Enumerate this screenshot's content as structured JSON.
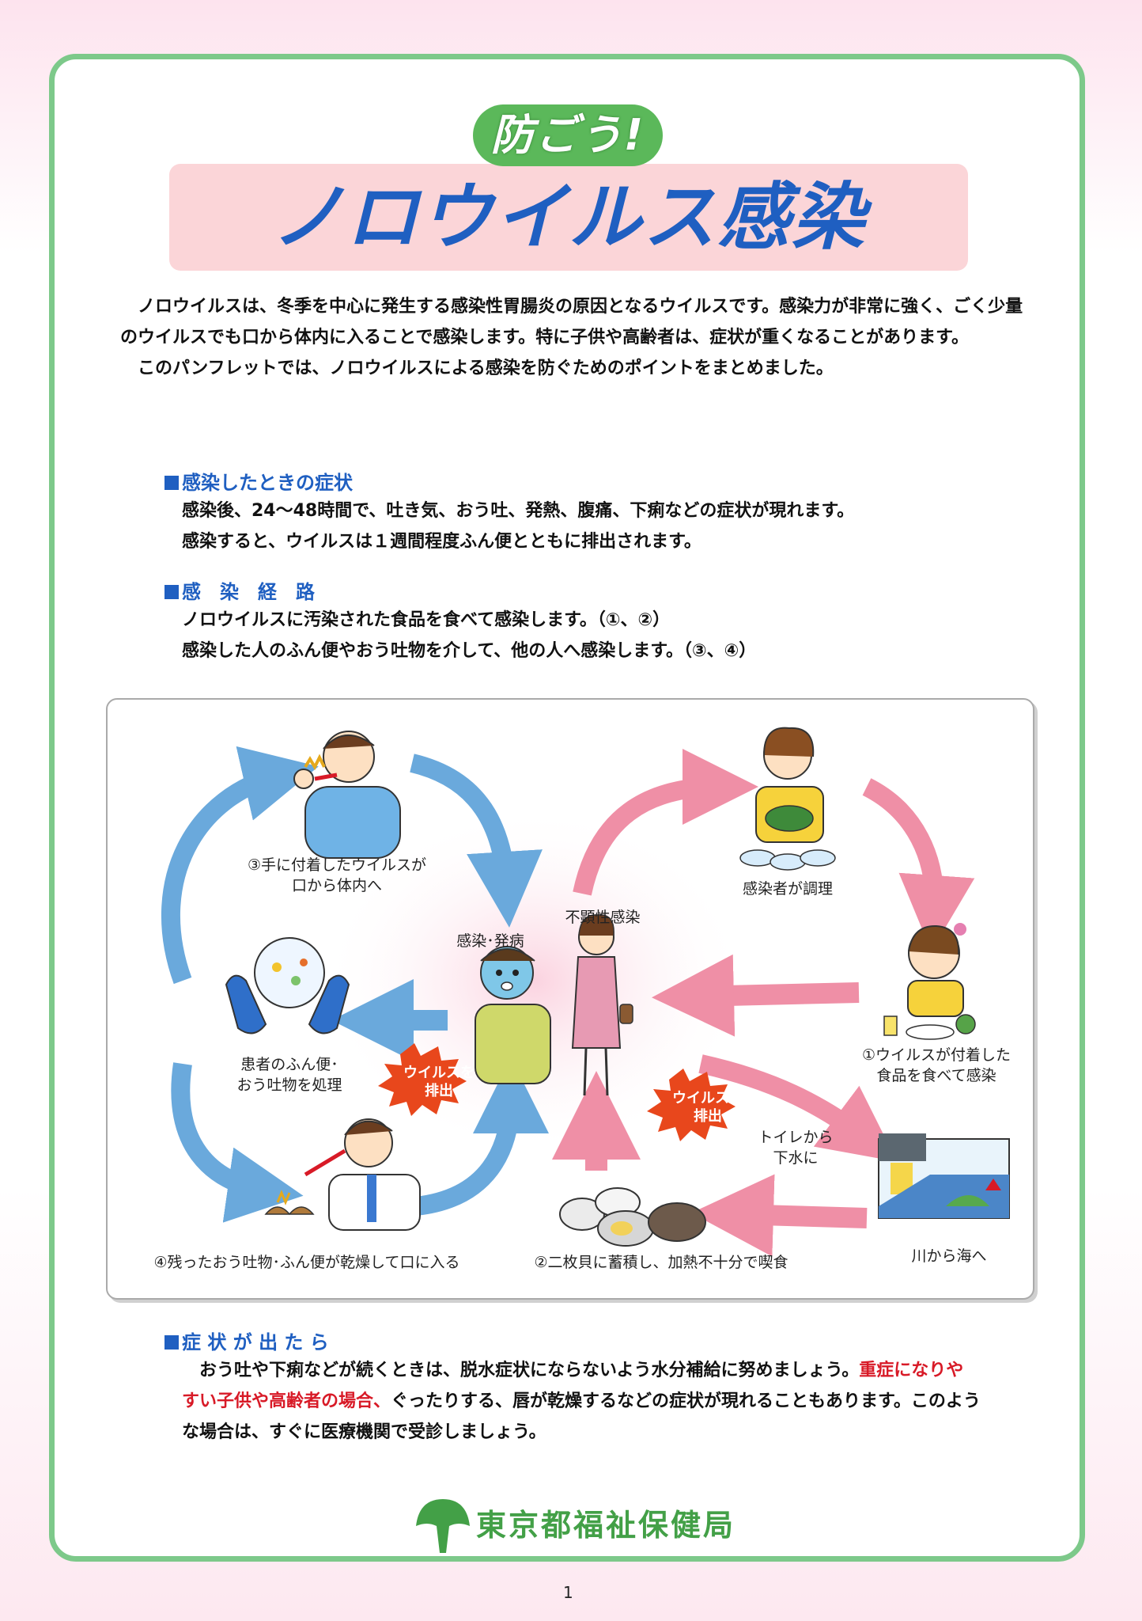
{
  "header": {
    "badge": "防ごう!",
    "title": "ノロウイルス感染"
  },
  "intro": {
    "p1": "ノロウイルスは、冬季を中心に発生する感染性胃腸炎の原因となるウイルスです。感染力が非常に強く、ごく少量のウイルスでも口から体内に入ることで感染します。特に子供や高齢者は、症状が重くなることがあります。",
    "p2": "このパンフレットでは、ノロウイルスによる感染を防ぐためのポイントをまとめました。"
  },
  "symptoms": {
    "heading": "感染したときの症状",
    "line1": "感染後、24～48時間で、吐き気、おう吐、発熱、腹痛、下痢などの症状が現れます。",
    "line2": "感染すると、ウイルスは１週間程度ふん便とともに排出されます。"
  },
  "route": {
    "heading": "感　染　経　路",
    "line1": "ノロウイルスに汚染された食品を食べて感染します。（①、②）",
    "line2": "感染した人のふん便やおう吐物を介して、他の人へ感染します。（③、④）"
  },
  "diagram": {
    "center_left": "感染･発病",
    "center_right": "不顕性感染",
    "step3_line1": "③手に付着したウイルスが",
    "step3_line2": "口から体内へ",
    "handling_line1": "患者のふん便･",
    "handling_line2": "おう吐物を処理",
    "step4": "④残ったおう吐物･ふん便が乾燥して口に入る",
    "cook": "感染者が調理",
    "step1_line1": "①ウイルスが付着した",
    "step1_line2": "食品を食べて感染",
    "toilet_line1": "トイレから",
    "toilet_line2": "下水に",
    "river": "川から海へ",
    "step2": "②二枚貝に蓄積し、加熱不十分で喫食",
    "burst_line1": "ウイルスを",
    "burst_line2": "排出",
    "colors": {
      "blue_arrow": "#6aa9dc",
      "pink_arrow": "#ef8fa6",
      "burst": "#e8471c"
    }
  },
  "advice": {
    "heading": "症 状 が 出 た ら",
    "text_a": "おう吐や下痢などが続くときは、脱水症状にならないよう水分補給に努めましょう。",
    "text_red1": "重症になりやすい子供や高齢者の場合、",
    "text_b": "ぐったりする、唇が乾燥するなどの症状が現れることもあります。このような場合は、すぐに医療機関で受診しましょう。"
  },
  "footer": {
    "org": "東京都福祉保健局",
    "page": "1"
  }
}
